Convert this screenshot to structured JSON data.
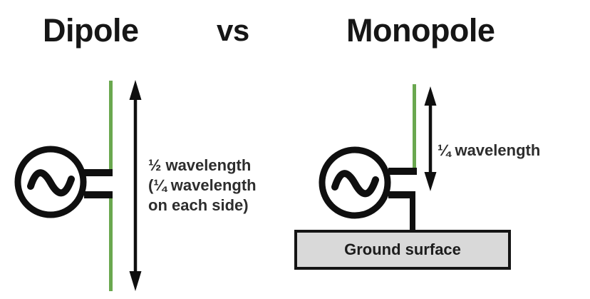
{
  "title": {
    "left": "Dipole",
    "vs": "vs",
    "right": "Monopole"
  },
  "dipole": {
    "label_lines": [
      "½ wavelength",
      "(¼ wavelength",
      "on each side)"
    ]
  },
  "monopole": {
    "label": "¼ wavelength",
    "ground_label": "Ground surface"
  },
  "colors": {
    "antenna_element_green": "#6aa84f",
    "diagram_black": "#0f0f0f",
    "label_text": "#2d2d2d",
    "ground_fill": "#d9d9d9",
    "background": "#ffffff"
  }
}
